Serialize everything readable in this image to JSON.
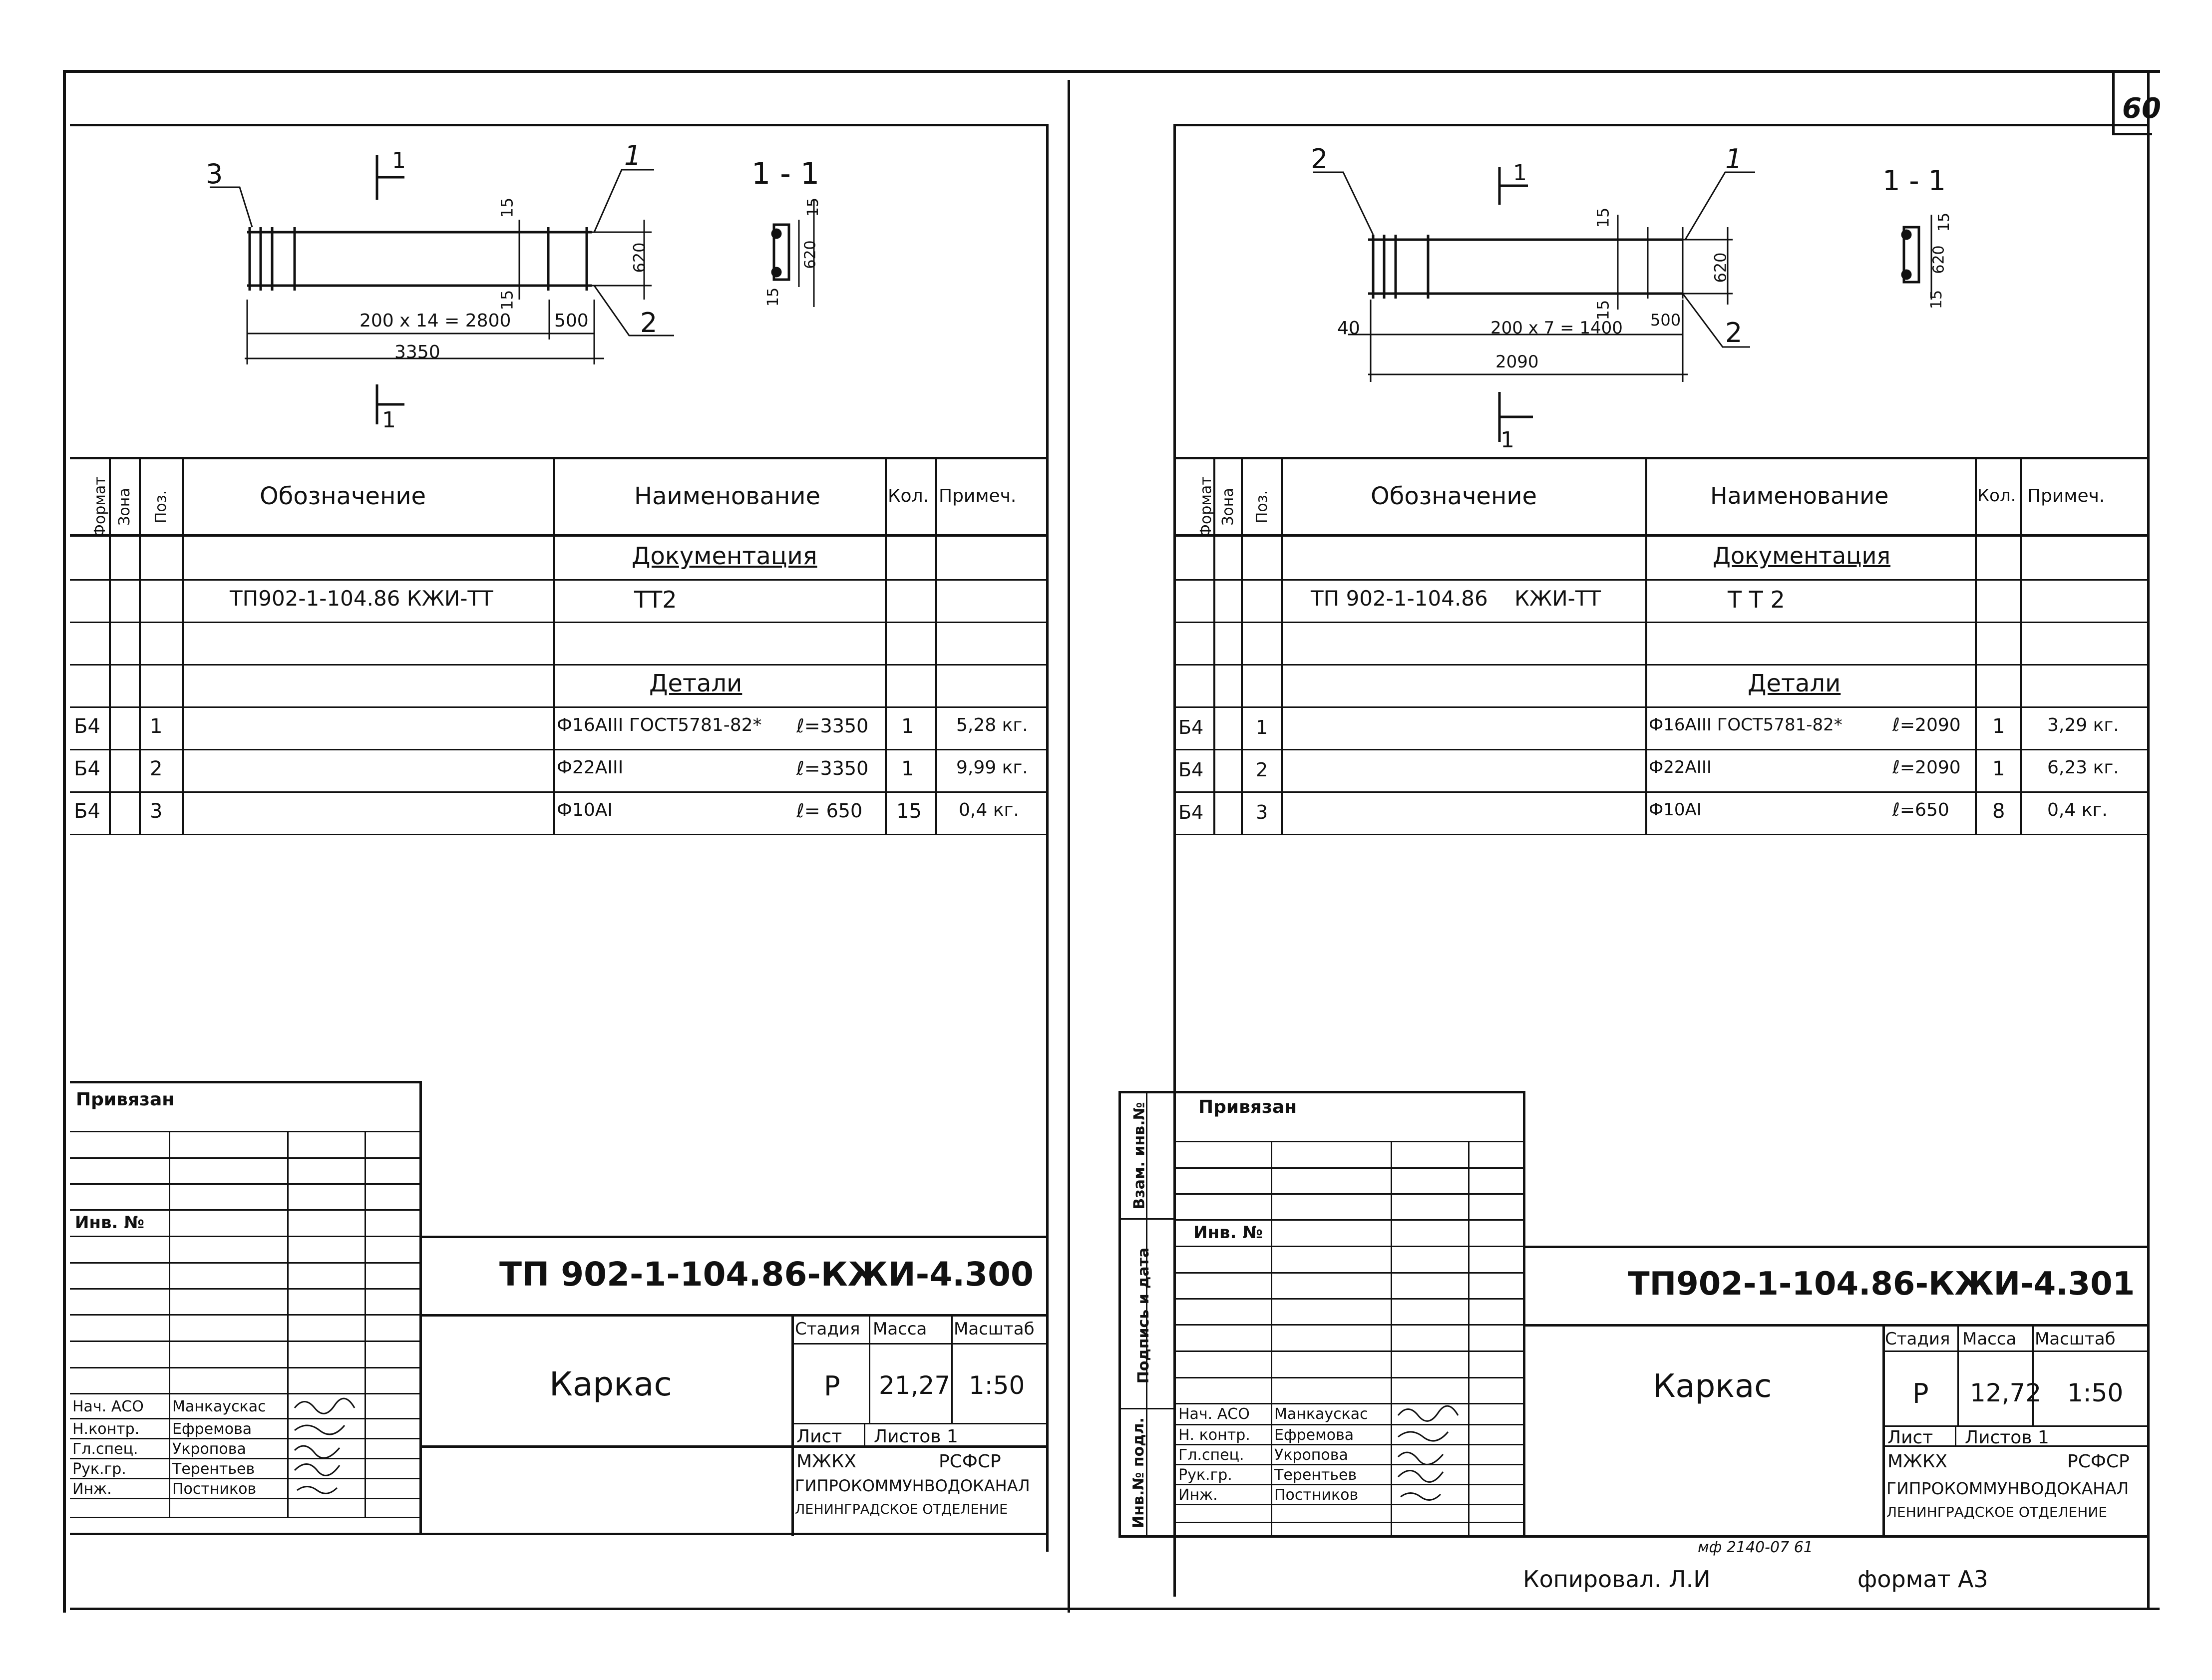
{
  "page_number": "60",
  "footer": {
    "stamp": "мф 2140-07 61",
    "copied": "Копировал. Л.И",
    "format": "формат А3"
  },
  "side_labels": [
    "Инв.№ подл.",
    "Подпись и дата",
    "Взам. инв.№"
  ],
  "sheets": [
    {
      "drawing": {
        "section_label": "1 - 1",
        "cut_label": "1",
        "pos_1": "1",
        "pos_2": "2",
        "pos_3": "3",
        "dim_15_top": "15",
        "dim_15_bottom": "15",
        "dim_620": "620",
        "dim_spacing": "200 x 14 = 2800",
        "dim_500": "500",
        "dim_total": "3350",
        "sec_15a": "15",
        "sec_620": "620",
        "sec_15b": "15",
        "dim_40": ""
      },
      "spec_headers": {
        "format": "Формат",
        "zone": "Зона",
        "pos": "Поз.",
        "designation": "Обозначение",
        "name": "Наименование",
        "qty": "Кол.",
        "note": "Примеч."
      },
      "section_docs": "Документация",
      "section_parts": "Детали",
      "doc_row": {
        "designation": "ТП902-1-104.86 КЖИ-ТТ",
        "name": "ТТ2"
      },
      "rows": [
        {
          "format": "Б4",
          "pos": "1",
          "name": "Ф16АIII ГОСТ5781-82*",
          "length": "ℓ=3350",
          "qty": "1",
          "note": "5,28 кг."
        },
        {
          "format": "Б4",
          "pos": "2",
          "name": "Ф22АIII",
          "length": "ℓ=3350",
          "qty": "1",
          "note": "9,99 кг."
        },
        {
          "format": "Б4",
          "pos": "3",
          "name": "Ф10АI",
          "length": "ℓ= 650",
          "qty": "15",
          "note": "0,4 кг."
        }
      ],
      "stamp": {
        "bound": "Привязан",
        "inv": "Инв. №",
        "code": "ТП 902-1-104.86-КЖИ-4.300",
        "title": "Каркас",
        "stage_h": "Стадия",
        "mass_h": "Масса",
        "scale_h": "Масштаб",
        "stage": "Р",
        "mass": "21,27",
        "scale": "1:50",
        "sheet_h": "Лист",
        "sheets_h": "Листов 1",
        "org1": "МЖКХ",
        "org2": "РСФСР",
        "org3": "ГИПРОКОММУНВОДОКАНАЛ",
        "org4": "ЛЕНИНГРАДСКОЕ ОТДЕЛЕНИЕ",
        "people": [
          {
            "role": "Нач. АСО",
            "name": "Манкаускас"
          },
          {
            "role": "Н.контр.",
            "name": "Ефремова"
          },
          {
            "role": "Гл.спец.",
            "name": "Укропова"
          },
          {
            "role": "Рук.гр.",
            "name": "Терентьев"
          },
          {
            "role": "Инж.",
            "name": "Постников"
          }
        ]
      }
    },
    {
      "drawing": {
        "section_label": "1 - 1",
        "cut_label": "1",
        "pos_1": "1",
        "pos_2": "2",
        "pos_3": "",
        "dim_15_top": "15",
        "dim_15_bottom": "15",
        "dim_620": "620",
        "dim_spacing": "200 x 7 = 1400",
        "dim_500": "500",
        "dim_total": "2090",
        "sec_15a": "15",
        "sec_620": "620",
        "sec_15b": "15",
        "dim_40": "40"
      },
      "spec_headers": {
        "format": "Формат",
        "zone": "Зона",
        "pos": "Поз.",
        "designation": "Обозначение",
        "name": "Наименование",
        "qty": "Кол.",
        "note": "Примеч."
      },
      "section_docs": "Документация",
      "section_parts": "Детали",
      "doc_row": {
        "designation": "ТП 902-1-104.86    КЖИ-ТТ",
        "name": "Т Т 2"
      },
      "rows": [
        {
          "format": "Б4",
          "pos": "1",
          "name": "Ф16АIII ГОСТ5781-82*",
          "length": "ℓ=2090",
          "qty": "1",
          "note": "3,29 кг."
        },
        {
          "format": "Б4",
          "pos": "2",
          "name": "Ф22АIII",
          "length": "ℓ=2090",
          "qty": "1",
          "note": "6,23 кг."
        },
        {
          "format": "Б4",
          "pos": "3",
          "name": "Ф10АI",
          "length": "ℓ=650",
          "qty": "8",
          "note": "0,4 кг."
        }
      ],
      "stamp": {
        "bound": "Привязан",
        "inv": "Инв. №",
        "code": "ТП902-1-104.86-КЖИ-4.301",
        "title": "Каркас",
        "stage_h": "Стадия",
        "mass_h": "Масса",
        "scale_h": "Масштаб",
        "stage": "Р",
        "mass": "12,72",
        "scale": "1:50",
        "sheet_h": "Лист",
        "sheets_h": "Листов 1",
        "org1": "МЖКХ",
        "org2": "РСФСР",
        "org3": "ГИПРОКОММУНВОДОКАНАЛ",
        "org4": "ЛЕНИНГРАДСКОЕ ОТДЕЛЕНИЕ",
        "people": [
          {
            "role": "Нач. АСО",
            "name": "Манкаускас"
          },
          {
            "role": "Н. контр.",
            "name": "Ефремова"
          },
          {
            "role": "Гл.спец.",
            "name": "Укропова"
          },
          {
            "role": "Рук.гр.",
            "name": "Терентьев"
          },
          {
            "role": "Инж.",
            "name": "Постников"
          }
        ]
      }
    }
  ]
}
